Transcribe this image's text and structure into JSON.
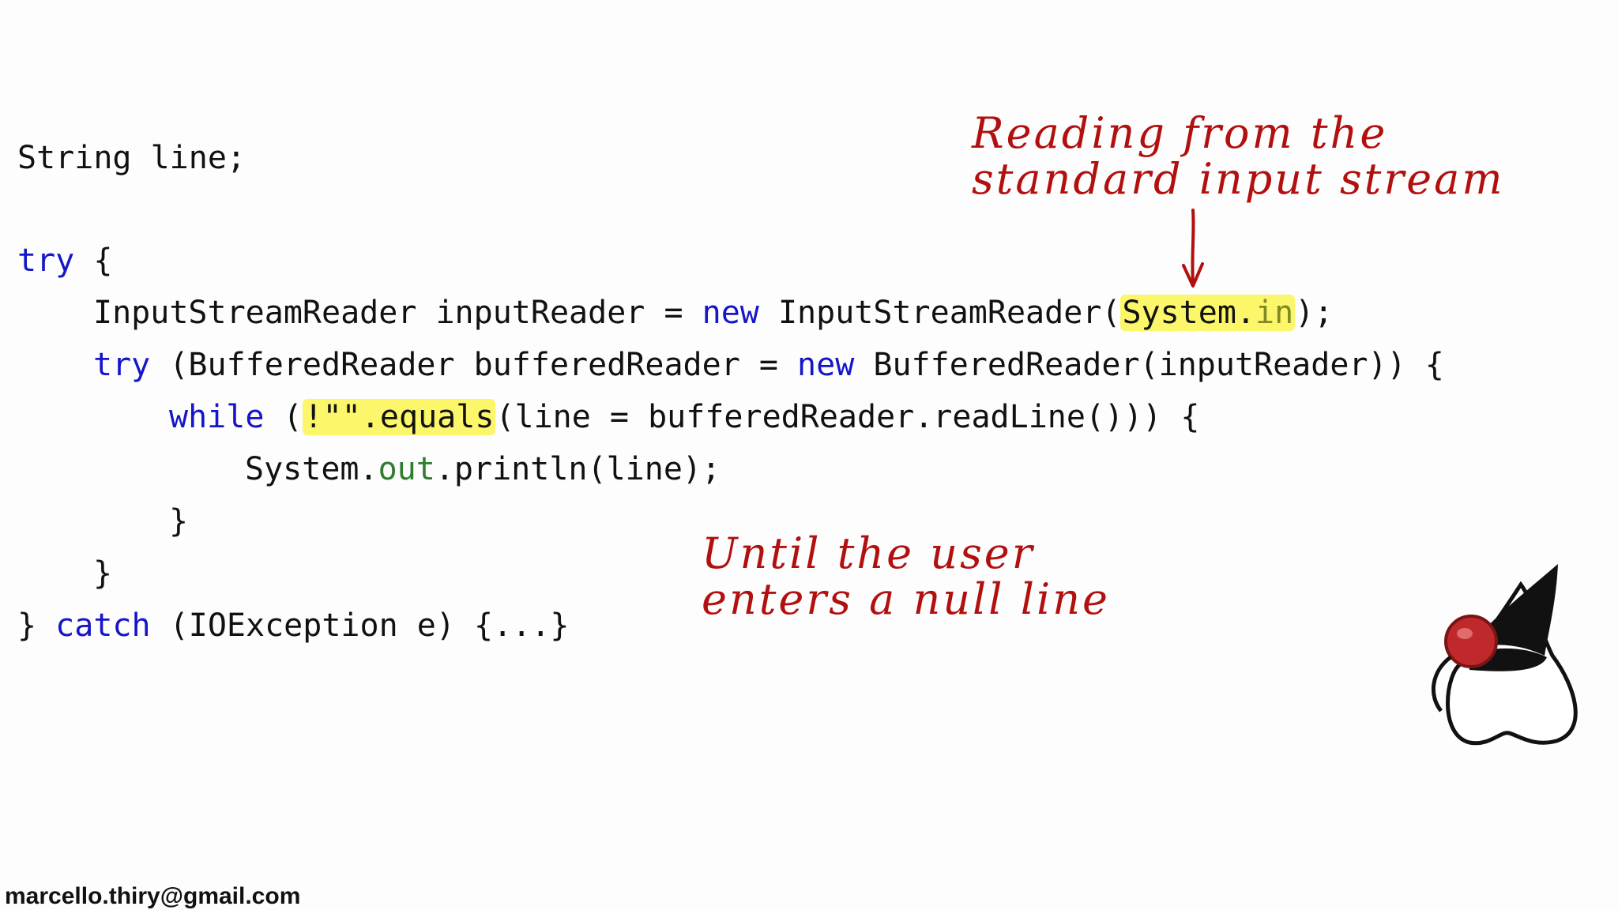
{
  "code": {
    "line1": "String line;",
    "line2_kw": "try",
    "line2_rest": " {",
    "line3_pre": "InputStreamReader inputReader = ",
    "line3_kw": "new",
    "line3_mid": " InputStreamReader(",
    "line3_hl_a": "System.",
    "line3_hl_b": "in",
    "line3_post": ");",
    "line4_kw": "try",
    "line4_mid": " (BufferedReader bufferedReader = ",
    "line4_kw2": "new",
    "line4_post": " BufferedReader(inputReader)) {",
    "line5_kw": "while",
    "line5_mid": " (",
    "line5_hl": "!\"\".equals",
    "line5_post": "(line = bufferedReader.readLine())) {",
    "line6_pre": "System.",
    "line6_fld": "out",
    "line6_post": ".println(line);",
    "line7": "}",
    "line8": "}",
    "line9_pre": "} ",
    "line9_kw": "catch",
    "line9_post": " (IOException e) {...}"
  },
  "annotations": {
    "top_line1": "Reading from the",
    "top_line2": "standard input stream",
    "bottom_line1": "Until the user",
    "bottom_line2": "enters a null line",
    "color": "#b20f0f",
    "highlight_color": "#fbf66a"
  },
  "footer": {
    "email": "marcello.thiry@gmail.com"
  },
  "mascot": {
    "icon": "java-duke-mascot-icon"
  }
}
